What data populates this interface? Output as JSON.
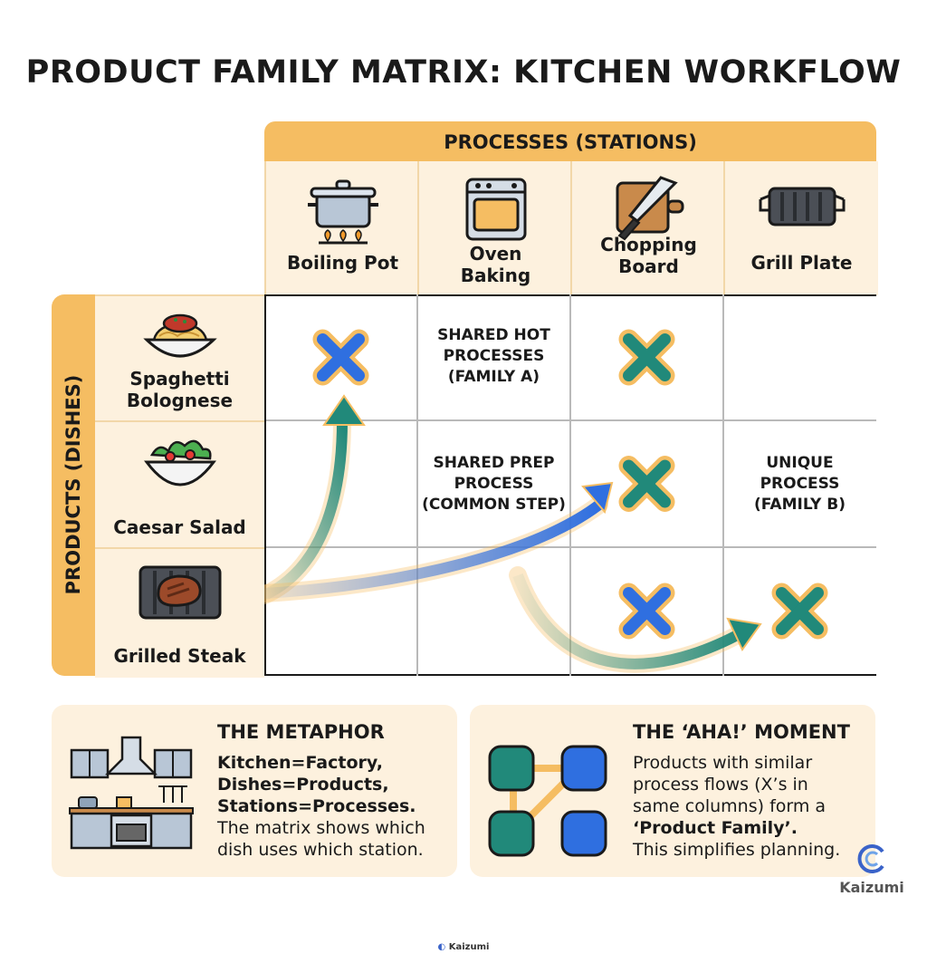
{
  "title": "PRODUCT FAMILY MATRIX: KITCHEN WORKFLOW",
  "processes_header": "PROCESSES (STATIONS)",
  "products_header": "PRODUCTS (DISHES)",
  "processes": [
    {
      "label": "Boiling Pot",
      "icon": "boiling-pot-icon"
    },
    {
      "label": "Oven\nBaking",
      "icon": "oven-icon"
    },
    {
      "label": "Chopping\nBoard",
      "icon": "chopping-board-icon"
    },
    {
      "label": "Grill Plate",
      "icon": "grill-plate-icon"
    }
  ],
  "products": [
    {
      "label": "Spaghetti\nBolognese",
      "icon": "spaghetti-icon"
    },
    {
      "label": "Caesar Salad",
      "icon": "salad-bowl-icon"
    },
    {
      "label": "Grilled Steak",
      "icon": "steak-icon"
    }
  ],
  "matrix": {
    "marks": [
      {
        "row": 0,
        "col": 0,
        "color": "#2f6fe0"
      },
      {
        "row": 0,
        "col": 2,
        "color": "#21897a"
      },
      {
        "row": 1,
        "col": 2,
        "color": "#21897a"
      },
      {
        "row": 2,
        "col": 2,
        "color": "#2f6fe0"
      },
      {
        "row": 2,
        "col": 3,
        "color": "#21897a"
      }
    ],
    "notes": [
      {
        "row": 0,
        "col": 1,
        "text": "SHARED HOT\nPROCESSES\n(FAMILY A)"
      },
      {
        "row": 1,
        "col": 1,
        "text": "SHARED PREP\nPROCESS\n(COMMON STEP)"
      },
      {
        "row": 1,
        "col": 3,
        "text": "UNIQUE\nPROCESS\n(FAMILY B)"
      }
    ]
  },
  "metaphor": {
    "title": "THE METAPHOR",
    "bold_lines": [
      "Kitchen=Factory,",
      "Dishes=Products,",
      "Stations=Processes."
    ],
    "text": "The matrix shows which dish uses which station.",
    "icon": "kitchen-icon"
  },
  "aha": {
    "title": "THE ‘AHA!’ MOMENT",
    "text_before": "Products with similar process flows (X’s in same columns) form a",
    "highlight": "‘Product Family’.",
    "text_after": "This simplifies planning.",
    "icon": "network-icon"
  },
  "brand": {
    "name": "Kaizumi"
  },
  "footer": {
    "text": "Kaizumi"
  },
  "colors": {
    "accent": "#f5bd62",
    "panel": "#fdf1de",
    "blue": "#2f6fe0",
    "teal": "#21897a"
  }
}
